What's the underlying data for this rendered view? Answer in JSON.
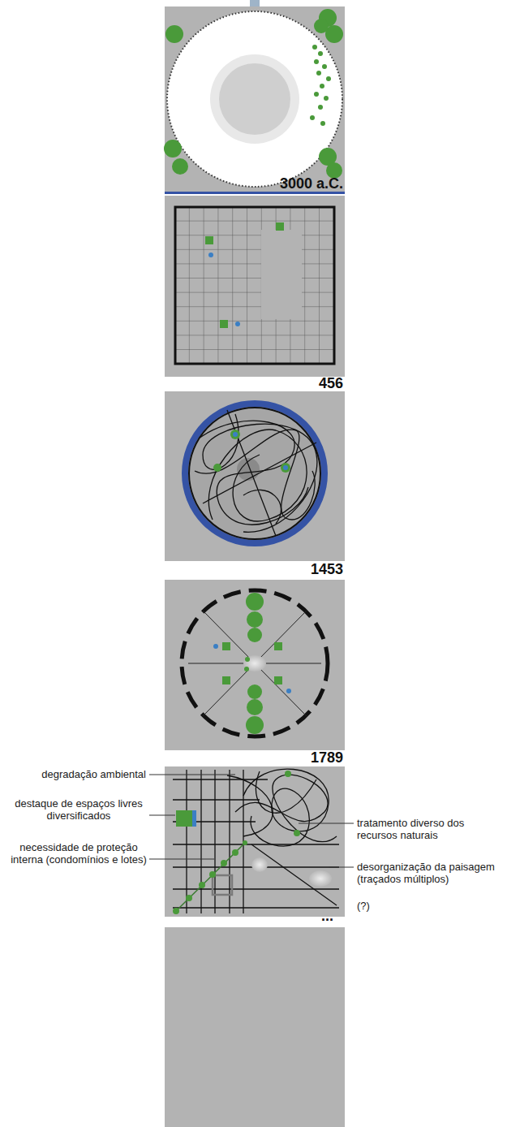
{
  "diagram": {
    "labels": [
      "3000 a.C.",
      "456",
      "1453",
      "1789",
      "degradação ambiental",
      "destaque de espaços livres diversificados",
      "necessidade de proteção interna (condomínios e lotes)",
      "tratamento diverso dos recursos naturais",
      "desorganização da paisagem (traçados múltiplos)",
      "...",
      "(?)"
    ]
  }
}
